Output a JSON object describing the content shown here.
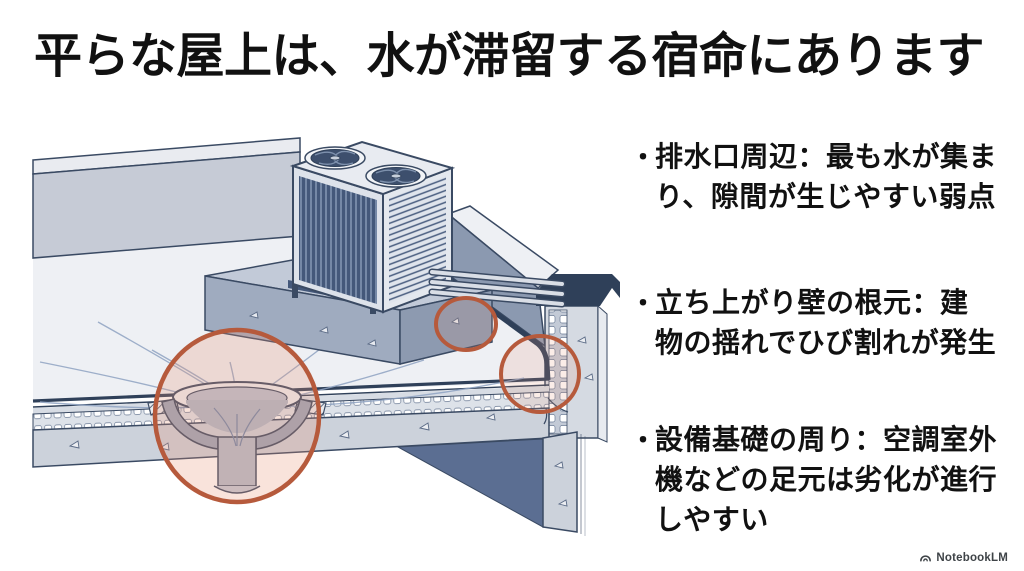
{
  "slide": {
    "title": "平らな屋上は、水が滞留する宿命にあります",
    "bullets": [
      {
        "marker": "・",
        "text": "排水口周辺：最も水が集ま\nり、隙間が生じやすい弱点"
      },
      {
        "marker": "・",
        "text": "立ち上がり壁の根元：建\n物の揺れでひび割れが発生"
      },
      {
        "marker": "・",
        "text": "設備基礎の周り：空調室外\n機などの足元は劣化が進行\nしやすい"
      }
    ],
    "illustration": {
      "subject": "flat-roof-cross-section-with-hvac-unit-and-roof-drain",
      "highlights": [
        "drain-area",
        "equipment-base-corner",
        "parapet-wall-base"
      ]
    },
    "watermark": {
      "brand": "NotebookLM"
    },
    "colors": {
      "background": "#ffffff",
      "text": "#111111",
      "line_navy": "#3a4a63",
      "dark_navy": "#2f4059",
      "panel_blue": "#44587a",
      "deck": "#eef0f4",
      "parapet": "#c6cbd6",
      "concrete": "#ccd2db",
      "under_shadow": "#5b6e92",
      "highlight_orange": "#b65a3c",
      "highlight_fill": "#e89474"
    }
  }
}
